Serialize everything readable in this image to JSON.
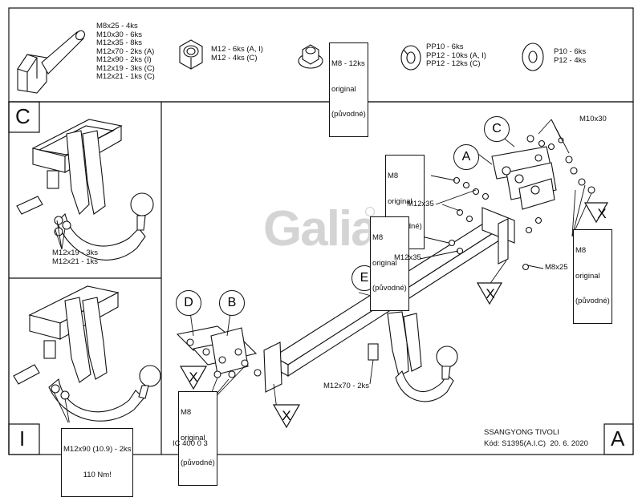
{
  "parts_strip": {
    "bolts": [
      "M8x25 - 4ks",
      "M10x30 - 6ks",
      "M12x35 - 8ks",
      "M12x70 - 2ks (A)",
      "M12x90 - 2ks (I)",
      "M12x19 - 3ks (C)",
      "M12x21 - 1ks (C)"
    ],
    "nuts": [
      "M12 - 6ks (A, I)",
      "M12 - 4ks (C)"
    ],
    "original_nut": [
      "M8 - 12ks",
      "original",
      "(původné)"
    ],
    "spring_washers": [
      "PP10 - 6ks",
      "PP12 - 10ks (A, I)",
      "PP12 - 12ks (C)"
    ],
    "flat_washers": [
      "P10 - 6ks",
      "P12 - 4ks"
    ]
  },
  "variant_c": {
    "letter": "C",
    "bolts": [
      "M12x19 - 3ks",
      "M12x21 - 1ks"
    ]
  },
  "variant_i": {
    "letter": "I",
    "bolts": [
      "M12x90 (10.9) - 2ks",
      "110 Nm!"
    ]
  },
  "main_drawing": {
    "watermark": "Galia",
    "callouts": {
      "A": "A",
      "B": "B",
      "C": "C",
      "D": "D",
      "E": "E",
      "m10x30": "M10x30",
      "m8_original_left": [
        "M8",
        "original",
        "(původné)"
      ],
      "m12x35_top": "M12x35",
      "m8_original_mid": [
        "M8",
        "original",
        "(původné)"
      ],
      "m12x35_low": "M12x35",
      "m8_original_right": [
        "M8",
        "original",
        "(původné)"
      ],
      "m8x25": "M8x25",
      "m12x70": "M12x70 - 2ks",
      "m8_original_bottom": [
        "M8",
        "original",
        "(původné)"
      ],
      "x": "X"
    }
  },
  "footer": {
    "ref": "IC 400 0 3",
    "vehicle": "SSANGYONG TIVOLI",
    "code_line": "Kód: S1395(A.I.C)  20. 6. 2020",
    "variant": "A"
  }
}
